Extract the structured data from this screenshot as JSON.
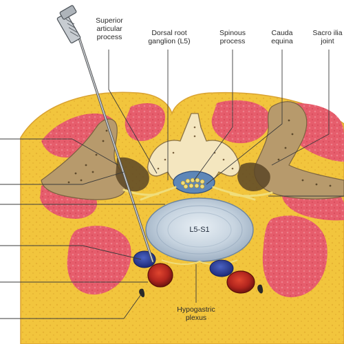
{
  "labels": {
    "superior_articular": [
      "Superior",
      "articular",
      "process"
    ],
    "dorsal_root_ganglion": [
      "Dorsal root",
      "ganglion (L5)"
    ],
    "spinous_process": [
      "Spinous",
      "process"
    ],
    "cauda_equina": [
      "Cauda",
      "equina"
    ],
    "sacroiliac_joint": [
      "Sacro ilia",
      "joint"
    ],
    "disc_level": "L5-S1",
    "hypogastric_plexus": [
      "Hypogastric",
      "plexus"
    ]
  },
  "colors": {
    "fat": "#f2c53d",
    "fat_dots": "#e3a92a",
    "muscle": "#e85a6a",
    "bone": "#b89868",
    "disc": "#c9d6e2",
    "nerve": "#f0dd7a",
    "vein": "#2c3f9a",
    "artery": "#b3261e",
    "needle": "#9aa0a6"
  },
  "icons": [
    "needle-icon"
  ]
}
